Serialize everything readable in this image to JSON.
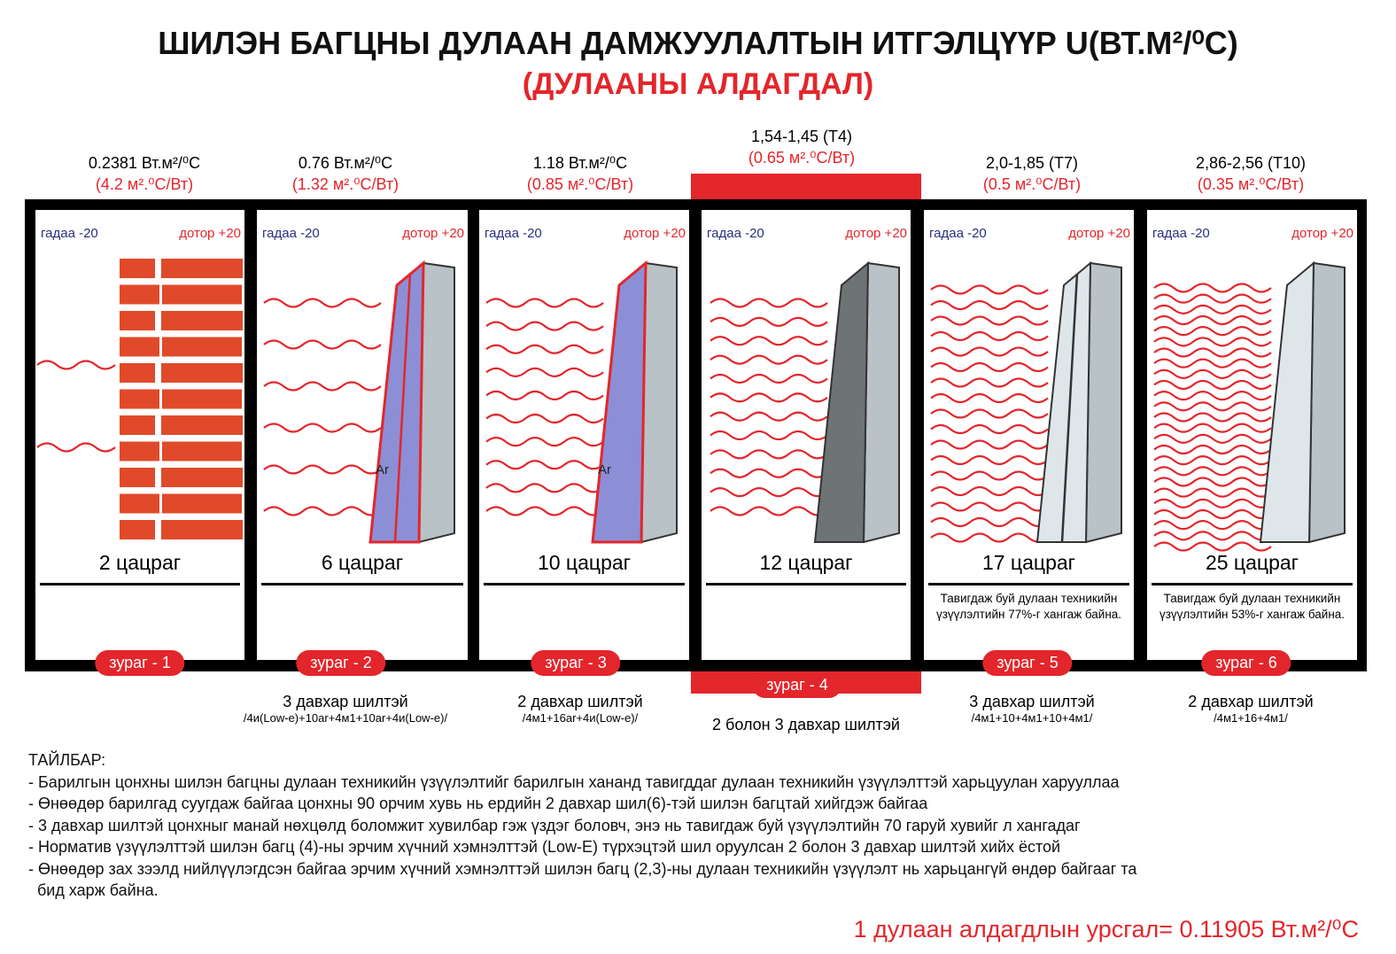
{
  "title": "ШИЛЭН БАГЦНЫ ДУЛААН ДАМЖУУЛАЛТЫН ИТГЭЛЦҮҮР U(ВТ.М²/⁰C)",
  "subtitle": "(ДУЛААНЫ АЛДАГДАЛ)",
  "panels": [
    {
      "u": "0.2381 Вт.м²/⁰C",
      "r": "(4.2 м².⁰C/Вт)",
      "outside": "гадаа -20",
      "inside": "дотор +20",
      "count": "2 цацраг",
      "waves": 2,
      "type": "brick",
      "badge": "зураг - 1",
      "note": ""
    },
    {
      "u": "0.76 Вт.м²/⁰C",
      "r": "(1.32 м².⁰C/Вт)",
      "outside": "гадаа -20",
      "inside": "дотор +20",
      "count": "6 цацраг",
      "waves": 6,
      "type": "triple-ar",
      "badge": "зураг - 2",
      "desc": "3 давхар шилтэй",
      "spec": "/4и(Low-e)+10ar+4м1+10ar+4и(Low-e)/",
      "gas": "Ar",
      "note": ""
    },
    {
      "u": "1.18 Вт.м²/⁰C",
      "r": "(0.85 м².⁰C/Вт)",
      "outside": "гадаа -20",
      "inside": "дотор +20",
      "count": "10 цацраг",
      "waves": 10,
      "type": "double-ar",
      "badge": "зураг - 3",
      "desc": "2 давхар шилтэй",
      "spec": "/4м1+16ar+4и(Low-e)/",
      "gas": "Ar",
      "note": ""
    },
    {
      "u": "1,54-1,45 (T4)",
      "r": "(0.65 м².⁰C/Вт)",
      "outside": "гадаа -20",
      "inside": "дотор +20",
      "count": "12 цацраг",
      "waves": 12,
      "type": "gray",
      "badge": "зураг - 4",
      "desc": "2 болон 3 давхар шилтэй",
      "note": ""
    },
    {
      "u": "2,0-1,85 (T7)",
      "r": "(0.5 м².⁰C/Вт)",
      "outside": "гадаа -20",
      "inside": "дотор +20",
      "count": "17 цацраг",
      "waves": 17,
      "type": "triple",
      "badge": "зураг - 5",
      "desc": "3  давхар шилтэй",
      "spec": "/4м1+10+4м1+10+4м1/",
      "note": "Тавигдаж буй дулаан техникийн үзүүлэлтийн 77%-г хангаж байна."
    },
    {
      "u": "2,86-2,56 (T10)",
      "r": "(0.35 м².⁰C/Вт)",
      "outside": "гадаа -20",
      "inside": "дотор +20",
      "count": "25 цацраг",
      "waves": 25,
      "type": "double",
      "badge": "зураг - 6",
      "desc": "2  давхар шилтэй",
      "spec": "/4м1+16+4м1/",
      "note": "Тавигдаж буй дулаан техникийн үзүүлэлтийн 53%-г хангаж байна."
    }
  ],
  "legend": {
    "heading": "ТАЙЛБАР:",
    "items": [
      "- Барилгын цонхны шилэн багцны дулаан техникийн үзүүлэлтийг барилгын хананд тавигддаг дулаан техникийн үзүүлэлттэй харьцуулан харууллаа",
      "- Өнөөдөр барилгад суугдаж байгаа цонхны 90 орчим хувь нь ердийн 2 давхар шил(6)-тэй шилэн багцтай хийгдэж байгаа",
      "- 3 давхар шилтэй цонхныг манай нөхцөлд боломжит хувилбар гэж үздэг боловч, энэ нь тавигдаж буй үзүүлэлтийн 70 гаруй хувийг л хангадаг",
      "- Норматив үзүүлэлттэй шилэн багц (4)-ны эрчим хүчний хэмнэлттэй (Low-E) түрхэцтэй шил оруулсан 2 болон 3 давхар шилтэй хийх ёстой",
      "- Өнөөдөр зах зээлд нийлүүлэгдсэн байгаа эрчим хүчний хэмнэлттэй шилэн багц (2,3)-ны дулаан техникийн үзүүлэлт нь харьцангүй өндөр байгааг та",
      "  бид харж байна."
    ]
  },
  "formula": "1 дулаан алдагдлын урсгал= 0.11905 Вт.м²/⁰C",
  "colors": {
    "red": "#e3262b",
    "navy": "#2a2f7e",
    "brick": "#e04a2a",
    "glass": "#8c8fd6",
    "gray": "#6e7375"
  }
}
